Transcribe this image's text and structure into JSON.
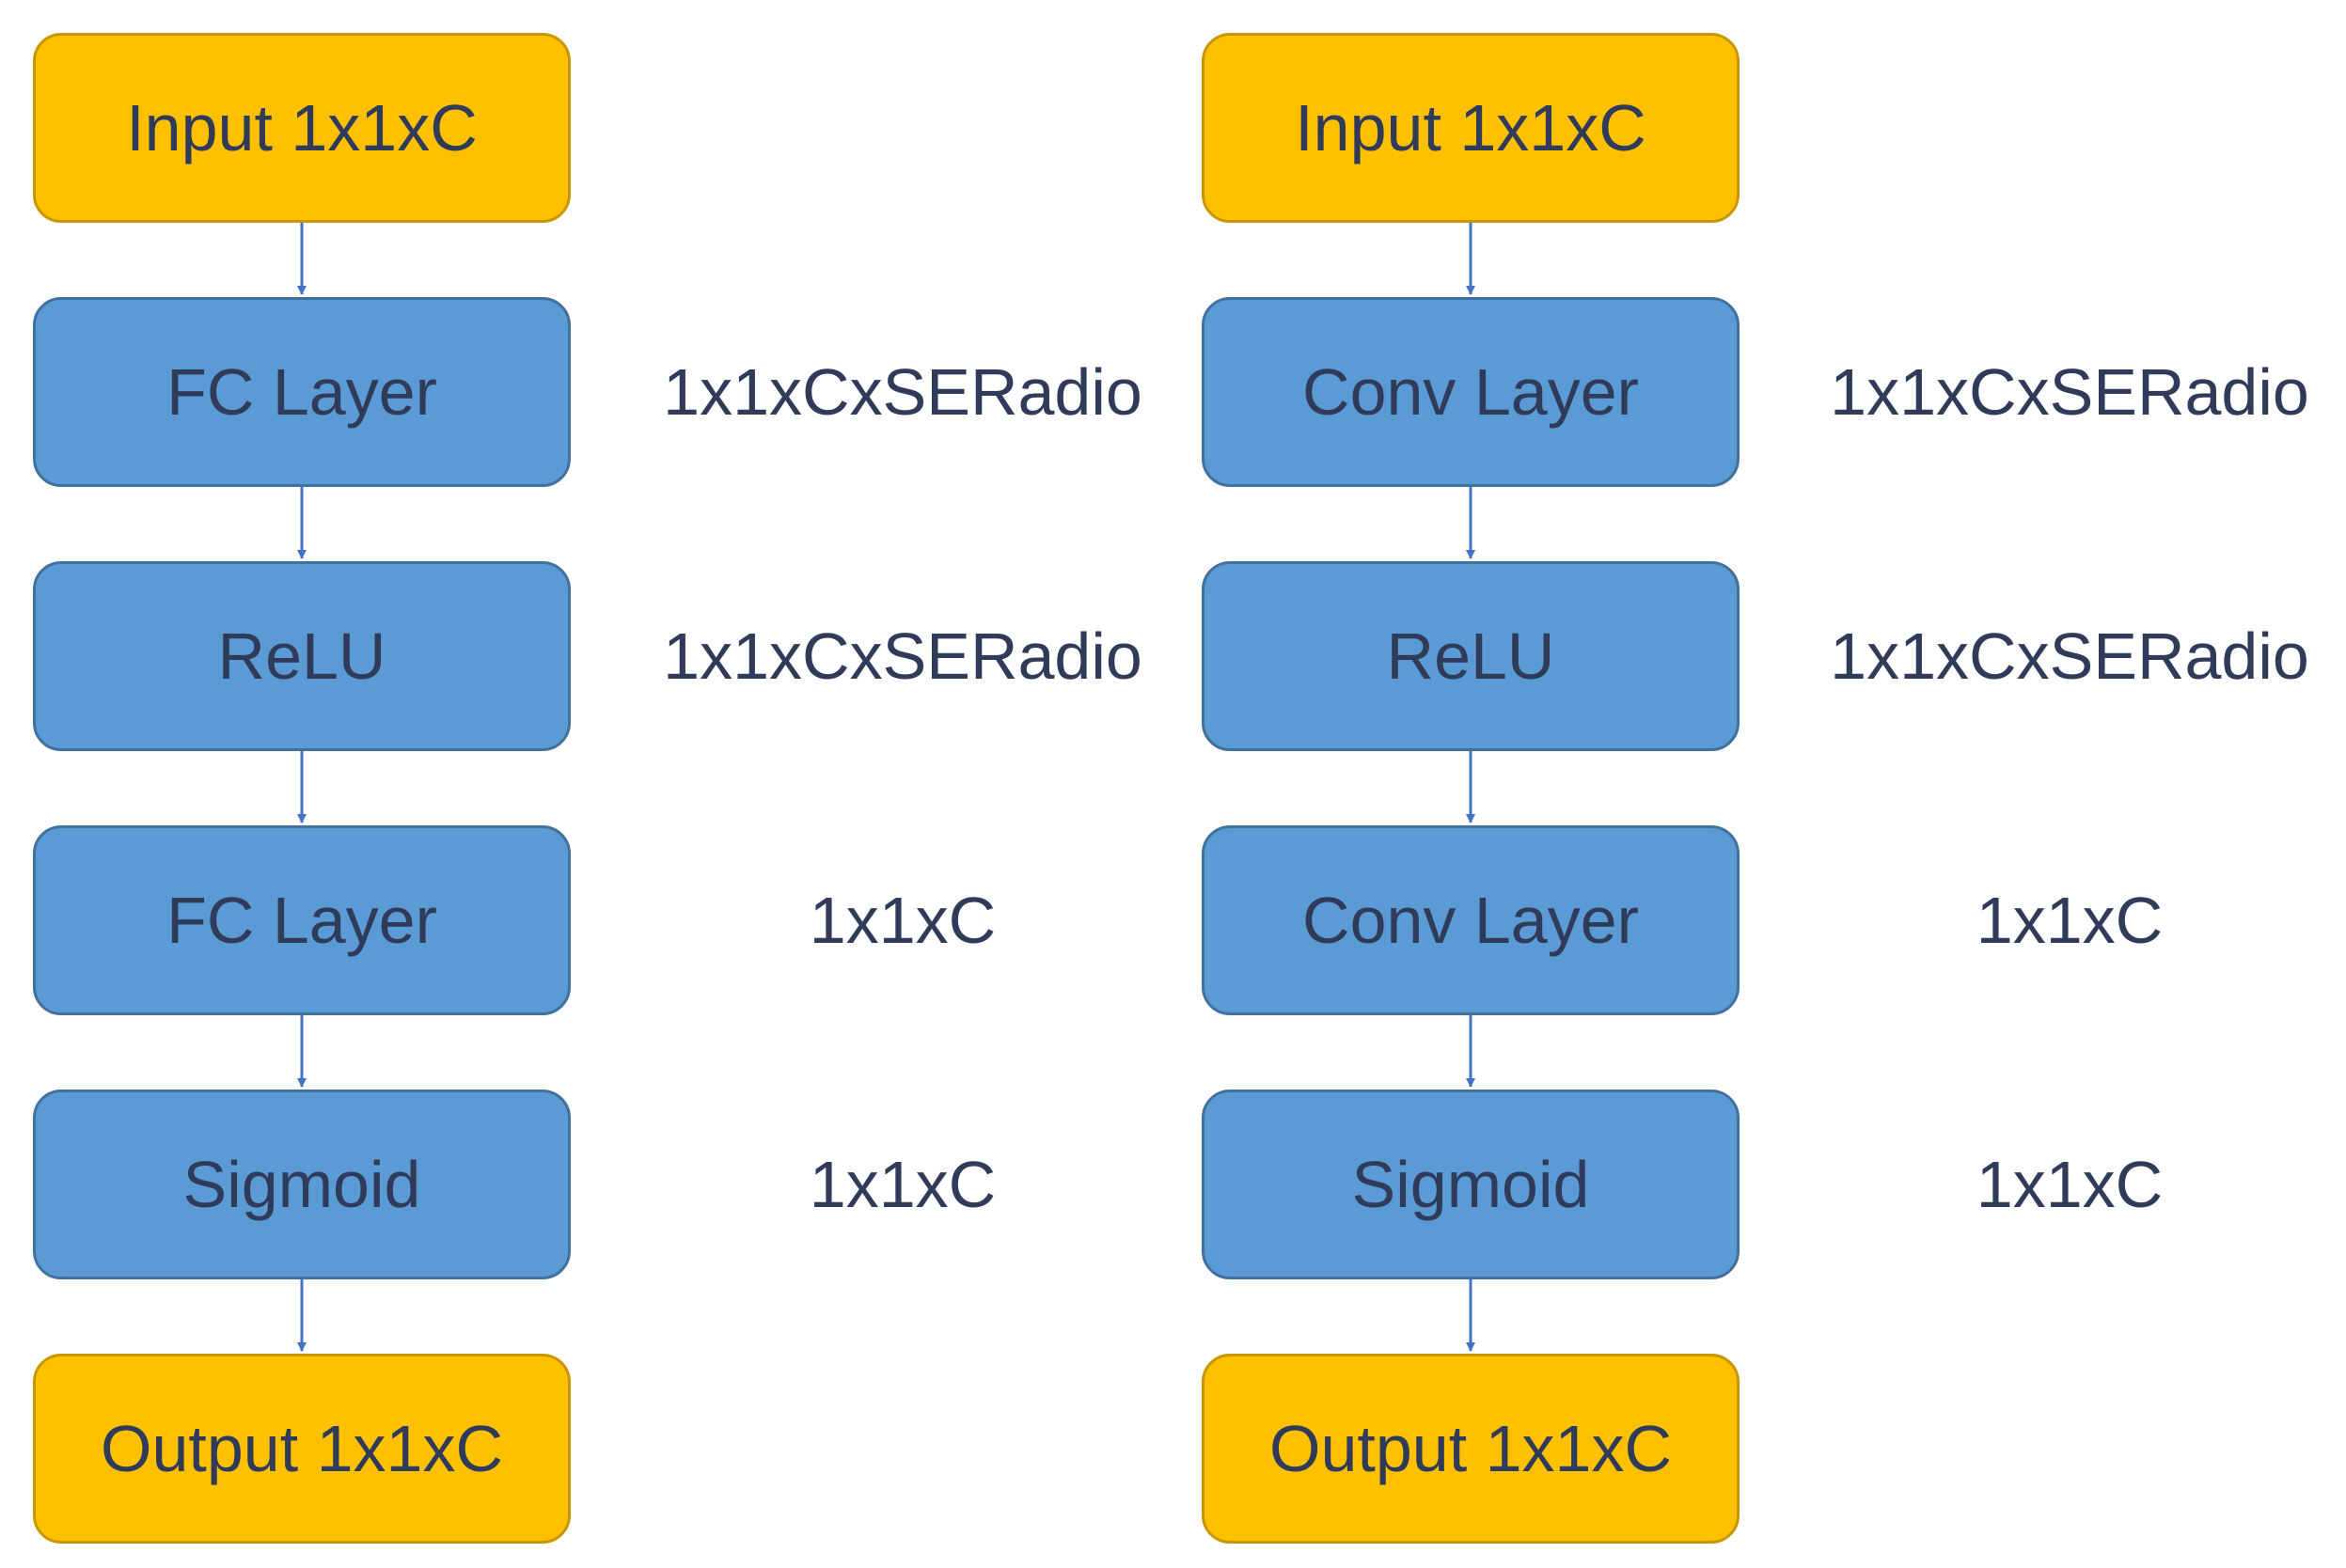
{
  "colors": {
    "io_fill": "#ffc000",
    "io_border": "#c69700",
    "layer_fill": "#5b9bd5",
    "layer_border": "#41719c",
    "text": "#2f3b59",
    "arrow": "#4472c4"
  },
  "left_flow": {
    "input": "Input 1x1xC",
    "layer1": "FC Layer",
    "activation": "ReLU",
    "layer2": "FC Layer",
    "gate": "Sigmoid",
    "output": "Output 1x1xC",
    "dims": [
      "1x1xCxSERadio",
      "1x1xCxSERadio",
      "1x1xC",
      "1x1xC"
    ]
  },
  "right_flow": {
    "input": "Input 1x1xC",
    "layer1": "Conv Layer",
    "activation": "ReLU",
    "layer2": "Conv Layer",
    "gate": "Sigmoid",
    "output": "Output 1x1xC",
    "dims": [
      "1x1xCxSERadio",
      "1x1xCxSERadio",
      "1x1xC",
      "1x1xC"
    ]
  }
}
